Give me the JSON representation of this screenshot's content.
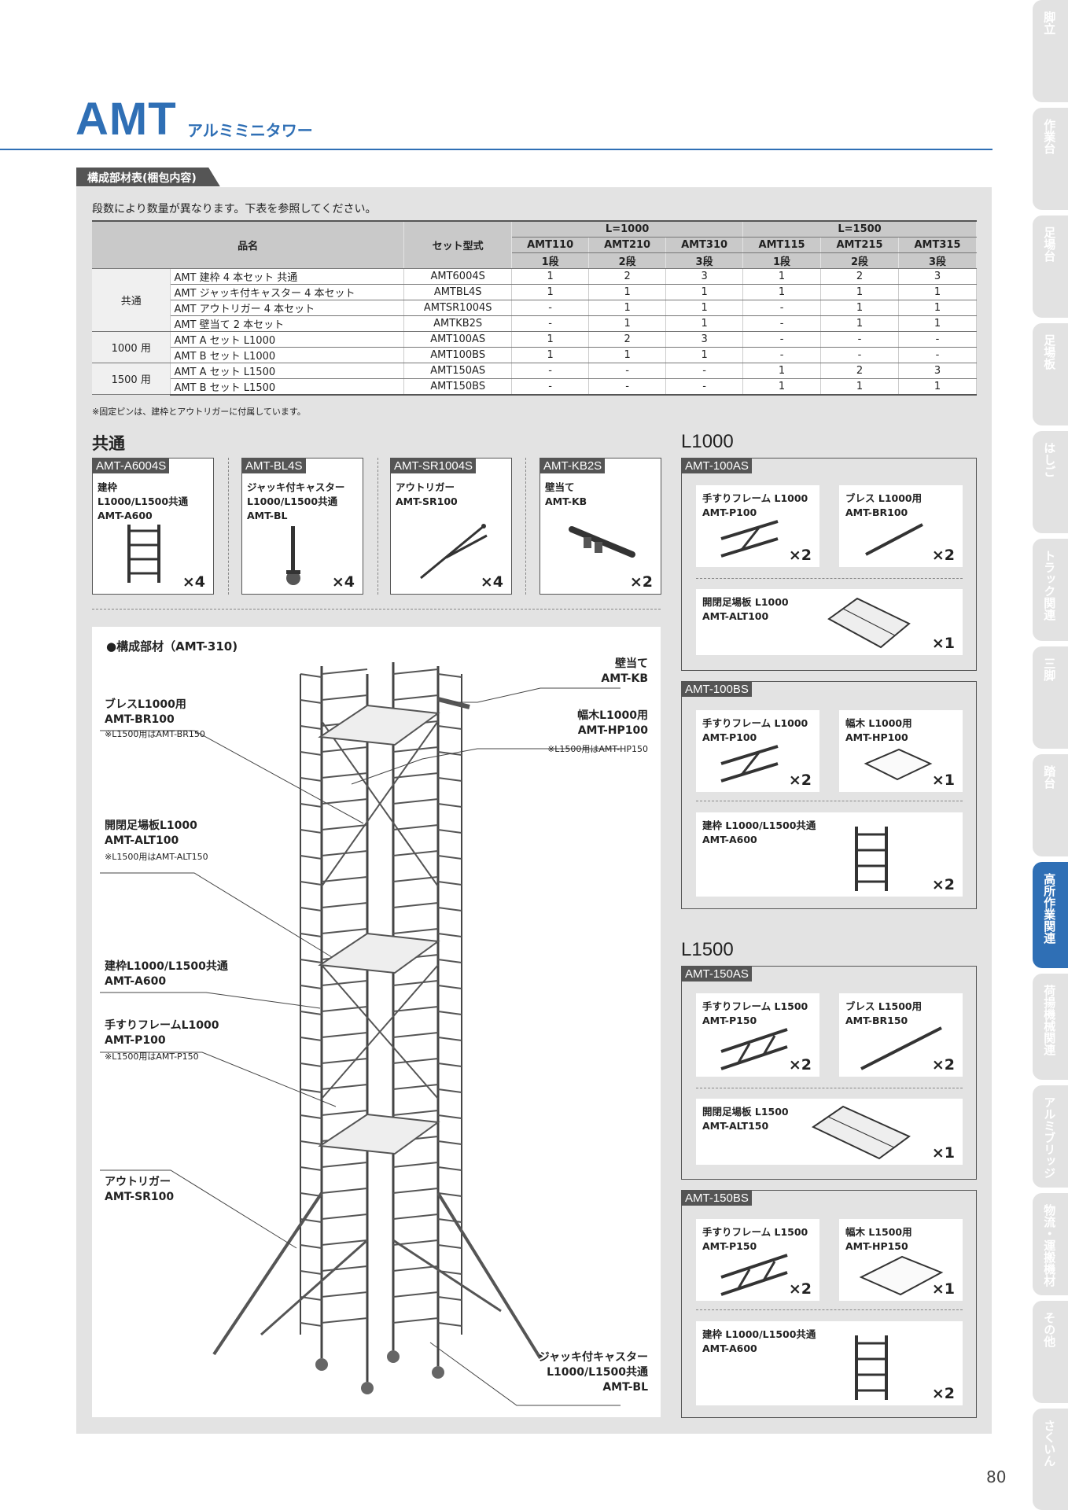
{
  "header": {
    "title": "AMT",
    "subtitle": "アルミミニタワー"
  },
  "side_tabs": [
    {
      "label": "脚立",
      "active": false
    },
    {
      "label": "作業台",
      "active": false
    },
    {
      "label": "足場台",
      "active": false
    },
    {
      "label": "足場板",
      "active": false
    },
    {
      "label": "はしご",
      "active": false
    },
    {
      "label": "トラック関連",
      "active": false
    },
    {
      "label": "三脚",
      "active": false
    },
    {
      "label": "踏台",
      "active": false
    },
    {
      "label": "高所作業関連",
      "active": true
    },
    {
      "label": "荷揚機械関連",
      "active": false
    },
    {
      "label": "アルミブリッジ",
      "active": false
    },
    {
      "label": "物流・運搬機材",
      "active": false
    },
    {
      "label": "その他",
      "active": false
    },
    {
      "label": "さくいん",
      "active": false
    }
  ],
  "page_number": "80",
  "section_label": "構成部材表(梱包内容)",
  "table_note": "段数により数量が異なります。下表を参照してください。",
  "table": {
    "head": {
      "name": "品名",
      "set_type": "セット型式",
      "l1000": "L=1000",
      "l1500": "L=1500",
      "models": [
        "AMT110",
        "AMT210",
        "AMT310",
        "AMT115",
        "AMT215",
        "AMT315"
      ],
      "tiers": [
        "1段",
        "2段",
        "3段",
        "1段",
        "2段",
        "3段"
      ]
    },
    "groups": [
      "共通",
      "1000 用",
      "1500 用"
    ],
    "rows": [
      {
        "name": "AMT 建枠 4 本セット 共通",
        "type": "AMT6004S",
        "q": [
          "1",
          "2",
          "3",
          "1",
          "2",
          "3"
        ]
      },
      {
        "name": "AMT ジャッキ付キャスター 4 本セット",
        "type": "AMTBL4S",
        "q": [
          "1",
          "1",
          "1",
          "1",
          "1",
          "1"
        ]
      },
      {
        "name": "AMT アウトリガー 4 本セット",
        "type": "AMTSR1004S",
        "q": [
          "-",
          "1",
          "1",
          "-",
          "1",
          "1"
        ]
      },
      {
        "name": "AMT 壁当て 2 本セット",
        "type": "AMTKB2S",
        "q": [
          "-",
          "1",
          "1",
          "-",
          "1",
          "1"
        ]
      },
      {
        "name": "AMT A セット L1000",
        "type": "AMT100AS",
        "q": [
          "1",
          "2",
          "3",
          "-",
          "-",
          "-"
        ]
      },
      {
        "name": "AMT B セット L1000",
        "type": "AMT100BS",
        "q": [
          "1",
          "1",
          "1",
          "-",
          "-",
          "-"
        ]
      },
      {
        "name": "AMT A セット L1500",
        "type": "AMT150AS",
        "q": [
          "-",
          "-",
          "-",
          "1",
          "2",
          "3"
        ]
      },
      {
        "name": "AMT B セット L1500",
        "type": "AMT150BS",
        "q": [
          "-",
          "-",
          "-",
          "1",
          "1",
          "1"
        ]
      }
    ]
  },
  "footnote": "※固定ピンは、建枠とアウトリガーに付属しています。",
  "common": {
    "heading": "共通",
    "cards": [
      {
        "code": "AMT-A6004S",
        "l1": "建枠",
        "l2": "L1000/L1500共通",
        "l3": "AMT-A600",
        "qty": "×4"
      },
      {
        "code": "AMT-BL4S",
        "l1": "ジャッキ付キャスター",
        "l2": "L1000/L1500共通",
        "l3": "AMT-BL",
        "qty": "×4"
      },
      {
        "code": "AMT-SR1004S",
        "l1": "アウトリガー",
        "l2": "AMT-SR100",
        "l3": "",
        "qty": "×4"
      },
      {
        "code": "AMT-KB2S",
        "l1": "壁当て",
        "l2": "AMT-KB",
        "l3": "",
        "qty": "×2"
      }
    ]
  },
  "diagram": {
    "title": "●構成部材（AMT-310)",
    "labels": {
      "brace_1": "ブレスL1000用",
      "brace_2": "AMT-BR100",
      "brace_note": "※L1500用はAMT-BR150",
      "deck_1": "開閉足場板L1000",
      "deck_2": "AMT-ALT100",
      "deck_note": "※L1500用はAMT-ALT150",
      "frame_1": "建枠L1000/L1500共通",
      "frame_2": "AMT-A600",
      "rail_1": "手すりフレームL1000",
      "rail_2": "AMT-P100",
      "rail_note": "※L1500用はAMT-P150",
      "out_1": "アウトリガー",
      "out_2": "AMT-SR100",
      "kb_1": "壁当て",
      "kb_2": "AMT-KB",
      "hp_1": "幅木L1000用",
      "hp_2": "AMT-HP100",
      "hp_note": "※L1500用はAMT-HP150",
      "bl_1": "ジャッキ付キャスター",
      "bl_2": "L1000/L1500共通",
      "bl_3": "AMT-BL"
    }
  },
  "l1000": {
    "heading": "L1000",
    "as": {
      "code": "AMT-100AS",
      "rail": {
        "l1": "手すりフレーム L1000",
        "l2": "AMT-P100",
        "qty": "×2"
      },
      "brace": {
        "l1": "ブレス L1000用",
        "l2": "AMT-BR100",
        "qty": "×2"
      },
      "deck": {
        "l1": "開閉足場板 L1000",
        "l2": "AMT-ALT100",
        "qty": "×1"
      }
    },
    "bs": {
      "code": "AMT-100BS",
      "rail": {
        "l1": "手すりフレーム L1000",
        "l2": "AMT-P100",
        "qty": "×2"
      },
      "toe": {
        "l1": "幅木 L1000用",
        "l2": "AMT-HP100",
        "qty": "×1"
      },
      "frame": {
        "l1": "建枠 L1000/L1500共通",
        "l2": "AMT-A600",
        "qty": "×2"
      }
    }
  },
  "l1500": {
    "heading": "L1500",
    "as": {
      "code": "AMT-150AS",
      "rail": {
        "l1": "手すりフレーム L1500",
        "l2": "AMT-P150",
        "qty": "×2"
      },
      "brace": {
        "l1": "ブレス L1500用",
        "l2": "AMT-BR150",
        "qty": "×2"
      },
      "deck": {
        "l1": "開閉足場板 L1500",
        "l2": "AMT-ALT150",
        "qty": "×1"
      }
    },
    "bs": {
      "code": "AMT-150BS",
      "rail": {
        "l1": "手すりフレーム L1500",
        "l2": "AMT-P150",
        "qty": "×2"
      },
      "toe": {
        "l1": "幅木 L1500用",
        "l2": "AMT-HP150",
        "qty": "×1"
      },
      "frame": {
        "l1": "建枠 L1000/L1500共通",
        "l2": "AMT-A600",
        "qty": "×2"
      }
    }
  }
}
